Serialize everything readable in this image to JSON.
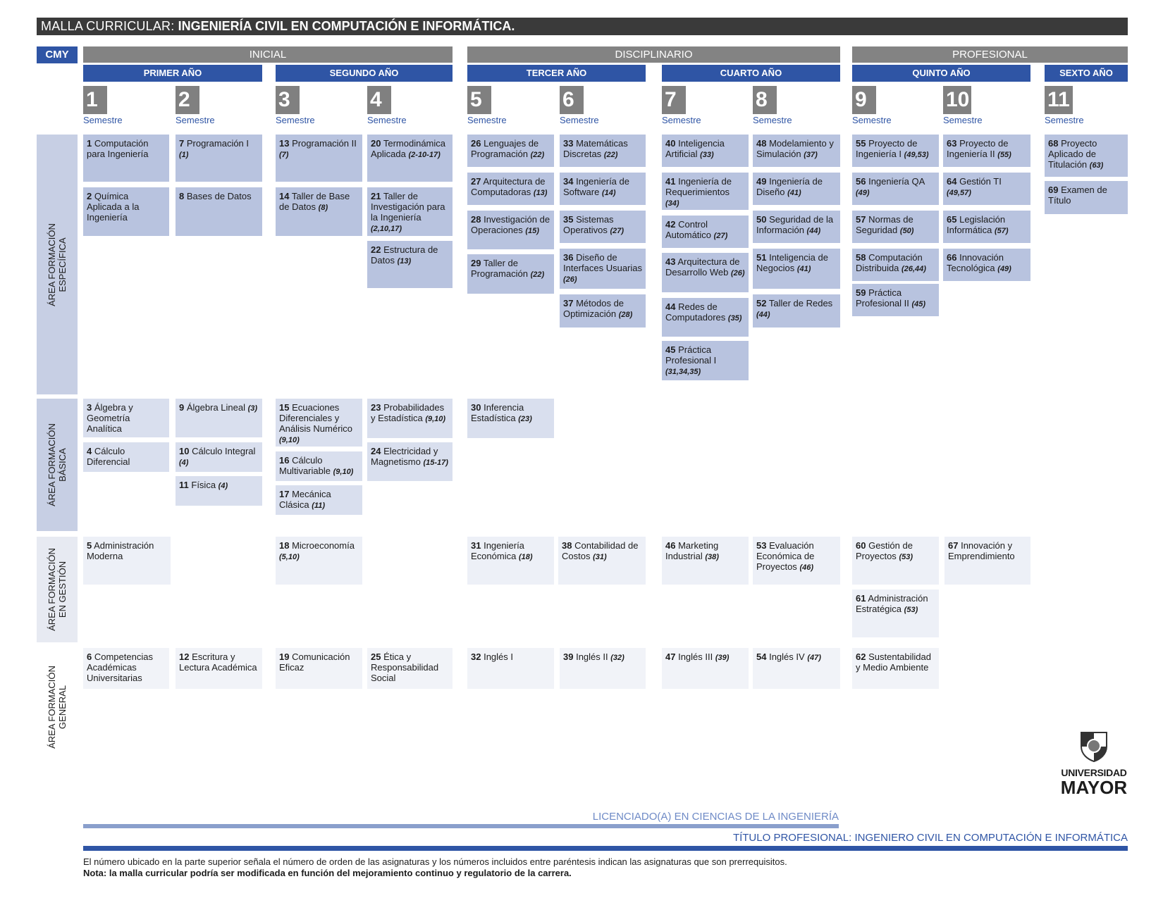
{
  "header": {
    "title_prefix": "MALLA CURRICULAR: ",
    "title_main": "INGENIERÍA CIVIL EN COMPUTACIÓN E INFORMÁTICA.",
    "tag": "CMY"
  },
  "cycles": [
    {
      "label": "INICIAL"
    },
    {
      "label": "DISCIPLINARIO"
    },
    {
      "label": "PROFESIONAL"
    }
  ],
  "years": [
    {
      "label": "PRIMER AÑO"
    },
    {
      "label": "SEGUNDO AÑO"
    },
    {
      "label": "TERCER AÑO"
    },
    {
      "label": "CUARTO AÑO"
    },
    {
      "label": "QUINTO AÑO"
    },
    {
      "label": "SEXTO AÑO"
    }
  ],
  "semester_label": "Semestre",
  "semesters": [
    "1",
    "2",
    "3",
    "4",
    "5",
    "6",
    "7",
    "8",
    "9",
    "10",
    "11"
  ],
  "areas": [
    {
      "line1": "ÁREA FORMACIÓN",
      "line2": "ESPECÍFICA"
    },
    {
      "line1": "ÁREA FORMACIÓN",
      "line2": "BÁSICA"
    },
    {
      "line1": "ÁREA FORMACIÓN",
      "line2": "EN GESTIÓN"
    },
    {
      "line1": "ÁREA FORMACIÓN",
      "line2": "GENERAL"
    }
  ],
  "courses": [
    {
      "num": "1",
      "name": "Computación para Ingeniería",
      "pre": ""
    },
    {
      "num": "2",
      "name": "Química Aplicada a la Ingeniería",
      "pre": ""
    },
    {
      "num": "7",
      "name": "Programación I",
      "pre": "(1)"
    },
    {
      "num": "8",
      "name": "Bases de Datos",
      "pre": ""
    },
    {
      "num": "13",
      "name": "Programación II",
      "pre": "(7)"
    },
    {
      "num": "14",
      "name": "Taller de Base de Datos",
      "pre": "(8)"
    },
    {
      "num": "20",
      "name": "Termodinámica Aplicada",
      "pre": "(2-10-17)"
    },
    {
      "num": "21",
      "name": "Taller de Investigación para la Ingeniería",
      "pre": "(2,10,17)"
    },
    {
      "num": "22",
      "name": "Estructura de Datos",
      "pre": "(13)"
    },
    {
      "num": "26",
      "name": "Lenguajes de Programación",
      "pre": "(22)"
    },
    {
      "num": "27",
      "name": "Arquitectura de Computadoras",
      "pre": "(13)"
    },
    {
      "num": "28",
      "name": "Investigación de Operaciones",
      "pre": "(15)"
    },
    {
      "num": "29",
      "name": "Taller de Programación",
      "pre": "(22)"
    },
    {
      "num": "33",
      "name": "Matemáticas Discretas",
      "pre": "(22)"
    },
    {
      "num": "34",
      "name": "Ingeniería de Software",
      "pre": "(14)"
    },
    {
      "num": "35",
      "name": "Sistemas Operativos",
      "pre": "(27)"
    },
    {
      "num": "36",
      "name": "Diseño de Interfaces Usuarias",
      "pre": "(26)"
    },
    {
      "num": "37",
      "name": "Métodos de Optimización",
      "pre": "(28)"
    },
    {
      "num": "40",
      "name": "Inteligencia Artificial",
      "pre": "(33)"
    },
    {
      "num": "41",
      "name": "Ingeniería de Requerimientos",
      "pre": "(34)"
    },
    {
      "num": "42",
      "name": "Control Automático",
      "pre": "(27)"
    },
    {
      "num": "43",
      "name": "Arquitectura de Desarrollo Web",
      "pre": "(26)"
    },
    {
      "num": "44",
      "name": "Redes de Computadores",
      "pre": "(35)"
    },
    {
      "num": "45",
      "name": "Práctica Profesional I",
      "pre": "(31,34,35)"
    },
    {
      "num": "48",
      "name": "Modelamiento y Simulación",
      "pre": "(37)"
    },
    {
      "num": "49",
      "name": "Ingeniería de Diseño",
      "pre": "(41)"
    },
    {
      "num": "50",
      "name": "Seguridad de la Información",
      "pre": "(44)"
    },
    {
      "num": "51",
      "name": "Inteligencia de Negocios",
      "pre": "(41)"
    },
    {
      "num": "52",
      "name": "Taller de Redes",
      "pre": "(44)"
    },
    {
      "num": "55",
      "name": "Proyecto de Ingeniería I",
      "pre": "(49,53)"
    },
    {
      "num": "56",
      "name": "Ingeniería QA",
      "pre": "(49)"
    },
    {
      "num": "57",
      "name": "Normas de Seguridad",
      "pre": "(50)"
    },
    {
      "num": "58",
      "name": "Computación Distribuida",
      "pre": "(26,44)"
    },
    {
      "num": "59",
      "name": "Práctica Profesional II",
      "pre": "(45)"
    },
    {
      "num": "63",
      "name": "Proyecto de Ingeniería II",
      "pre": "(55)"
    },
    {
      "num": "64",
      "name": "Gestión TI",
      "pre": "(49,57)"
    },
    {
      "num": "65",
      "name": "Legislación Informática",
      "pre": "(57)"
    },
    {
      "num": "66",
      "name": "Innovación Tecnológica",
      "pre": "(49)"
    },
    {
      "num": "68",
      "name": "Proyecto Aplicado de Titulación",
      "pre": "(63)"
    },
    {
      "num": "69",
      "name": "Examen de Título",
      "pre": ""
    },
    {
      "num": "3",
      "name": "Álgebra y Geometría Analítica",
      "pre": ""
    },
    {
      "num": "4",
      "name": "Cálculo Diferencial",
      "pre": ""
    },
    {
      "num": "9",
      "name": "Álgebra Lineal",
      "pre": "(3)"
    },
    {
      "num": "10",
      "name": "Cálculo Integral",
      "pre": "(4)"
    },
    {
      "num": "11",
      "name": "Física",
      "pre": "(4)"
    },
    {
      "num": "15",
      "name": "Ecuaciones Diferenciales y Análisis Numérico",
      "pre": "(9,10)"
    },
    {
      "num": "16",
      "name": "Cálculo Multivariable",
      "pre": "(9,10)"
    },
    {
      "num": "17",
      "name": "Mecánica Clásica",
      "pre": "(11)"
    },
    {
      "num": "23",
      "name": "Probabilidades y Estadística",
      "pre": "(9,10)"
    },
    {
      "num": "24",
      "name": "Electricidad y Magnetismo",
      "pre": "(15-17)"
    },
    {
      "num": "30",
      "name": "Inferencia Estadística",
      "pre": "(23)"
    },
    {
      "num": "5",
      "name": "Administración Moderna",
      "pre": ""
    },
    {
      "num": "18",
      "name": "Microeconomía",
      "pre": "(5,10)"
    },
    {
      "num": "31",
      "name": "Ingeniería Económica",
      "pre": "(18)"
    },
    {
      "num": "38",
      "name": "Contabilidad de Costos",
      "pre": "(31)"
    },
    {
      "num": "46",
      "name": "Marketing Industrial",
      "pre": "(38)"
    },
    {
      "num": "53",
      "name": "Evaluación Económica de Proyectos",
      "pre": "(46)"
    },
    {
      "num": "60",
      "name": "Gestión de Proyectos",
      "pre": "(53)"
    },
    {
      "num": "61",
      "name": "Administración Estratégica",
      "pre": "(53)"
    },
    {
      "num": "67",
      "name": "Innovación y Emprendimiento",
      "pre": ""
    },
    {
      "num": "6",
      "name": "Competencias Académicas Universitarias",
      "pre": ""
    },
    {
      "num": "12",
      "name": "Escritura y Lectura Académica",
      "pre": ""
    },
    {
      "num": "19",
      "name": "Comunicación Eficaz",
      "pre": ""
    },
    {
      "num": "25",
      "name": "Ética y Responsabilidad Social",
      "pre": ""
    },
    {
      "num": "32",
      "name": "Inglés I",
      "pre": ""
    },
    {
      "num": "39",
      "name": "Inglés II",
      "pre": "(32)"
    },
    {
      "num": "47",
      "name": "Inglés III",
      "pre": "(39)"
    },
    {
      "num": "54",
      "name": "Inglés IV",
      "pre": "(47)"
    },
    {
      "num": "62",
      "name": "Sustentabilidad y Medio Ambiente",
      "pre": ""
    }
  ],
  "footer": {
    "licenciado": "LICENCIADO(A) EN CIENCIAS DE LA INGENIERÍA",
    "titulo": "TÍTULO PROFESIONAL: INGENIERO CIVIL EN COMPUTACIÓN E INFORMÁTICA",
    "note1": "El número ubicado en la parte superior señala el número de orden de las asignaturas y los números incluidos entre paréntesis indican las asignaturas que son prerrequisitos.",
    "note2": "Nota: la malla curricular podría ser modificada en función del mejoramiento continuo y regulatorio de la carrera."
  },
  "logo": {
    "line1": "UNIVERSIDAD",
    "line2": "MAYOR"
  },
  "colors": {
    "title_bar": "#3a3a3a",
    "cycle_header": "#838383",
    "year_header": "#2f55a5",
    "area_especifica": "#b8c3df",
    "area_basica": "#d9dfee",
    "area_gestion": "#edf0f7",
    "area_general": "#f1f3f8"
  }
}
